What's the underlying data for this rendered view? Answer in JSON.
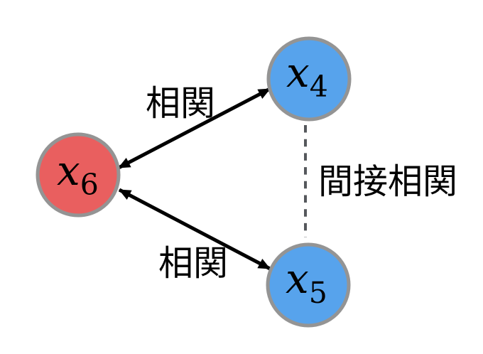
{
  "diagram": {
    "title": "correlation-graph",
    "colors": {
      "background": "#FFFFFF",
      "node_red_fill": "#E95F5F",
      "node_blue_fill": "#57A3EC",
      "node_border": "#949494",
      "edge_arrow": "#000000",
      "dashed_edge": "#55585C",
      "label_text": "#000000"
    },
    "nodes": [
      {
        "id": "x6",
        "variable": "x",
        "subscript": "6",
        "color_role": "red"
      },
      {
        "id": "x4",
        "variable": "x",
        "subscript": "4",
        "color_role": "blue"
      },
      {
        "id": "x5",
        "variable": "x",
        "subscript": "5",
        "color_role": "blue"
      }
    ],
    "edges": [
      {
        "from": "x6",
        "to": "x4",
        "label": "相関",
        "type": "bidirectional-arrow"
      },
      {
        "from": "x6",
        "to": "x5",
        "label": "相関",
        "type": "bidirectional-arrow"
      },
      {
        "from": "x4",
        "to": "x5",
        "label": "間接相関",
        "type": "dashed-line"
      }
    ]
  }
}
